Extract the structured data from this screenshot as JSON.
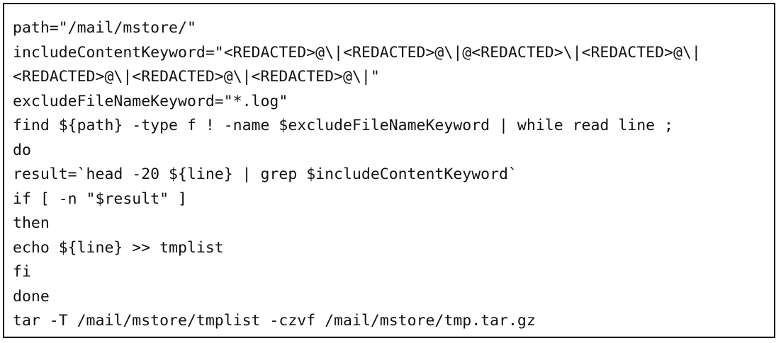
{
  "code": {
    "lines": [
      "path=\"/mail/mstore/\"",
      "includeContentKeyword=\"<REDACTED>@\\|<REDACTED>@\\|@<REDACTED>\\|<REDACTED>@\\|",
      "<REDACTED>@\\|<REDACTED>@\\|<REDACTED>@\\|\"",
      "excludeFileNameKeyword=\"*.log\"",
      "find ${path} -type f ! -name $excludeFileNameKeyword | while read line ;",
      "do",
      "result=`head -20 ${line} | grep $includeContentKeyword`",
      "if [ -n \"$result\" ]",
      "then",
      "echo ${line} >> tmplist",
      "fi",
      "done",
      "tar -T /mail/mstore/tmplist -czvf /mail/mstore/tmp.tar.gz"
    ]
  }
}
